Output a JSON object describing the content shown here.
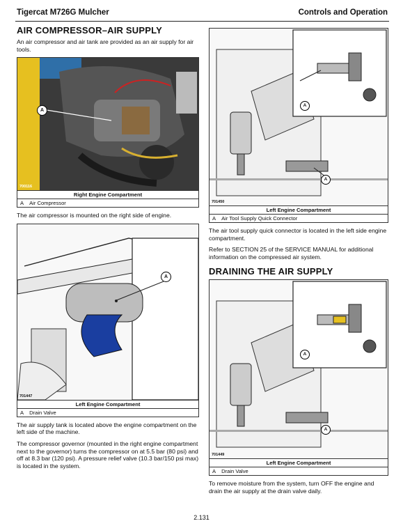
{
  "header": {
    "left": "Tigercat M726G Mulcher",
    "right": "Controls and Operation"
  },
  "left": {
    "title": "AIR COMPRESSOR–AIR SUPPLY",
    "intro": "An air compressor and air tank are provided as an air supply for air tools.",
    "fig1": {
      "number": "700116",
      "callout": "A",
      "caption": "Right Engine Compartment",
      "legend_key": "A",
      "legend_text": "Air Compressor"
    },
    "para1": "The air compressor is mounted on the right side of engine.",
    "fig2": {
      "number": "701447",
      "callout": "A",
      "caption": "Left Engine Compartment",
      "legend_key": "A",
      "legend_text": "Drain Valve"
    },
    "para2": "The air supply tank is located above the engine compartment on the left side of the machine.",
    "para3": "The compressor governor (mounted in the right engine compartment next to the governor) turns the compressor on at 5.5 bar (80 psi) and off at 8.3 bar (120 psi). A pressure relief valve (10.3 bar/150 psi max) is located in the system."
  },
  "right": {
    "fig3": {
      "number": "701450",
      "callout1": "A",
      "callout2": "A",
      "caption": "Left Engine Compartment",
      "legend_key": "A",
      "legend_text": "Air Tool Supply Quick Connector"
    },
    "para1": "The air tool supply quick connector is located in the left side engine compartment.",
    "para2": "Refer to SECTION 25 of the SERVICE MANUAL for additional information on the compressed air system.",
    "title2": "DRAINING THE AIR SUPPLY",
    "fig4": {
      "number": "701449",
      "callout1": "A",
      "callout2": "A",
      "caption": "Left Engine Compartment",
      "legend_key": "A",
      "legend_text": "Drain Valve"
    },
    "para3": "To remove moisture from the system, turn OFF the engine and drain the air supply at the drain valve daily."
  },
  "page_number": "2.131"
}
